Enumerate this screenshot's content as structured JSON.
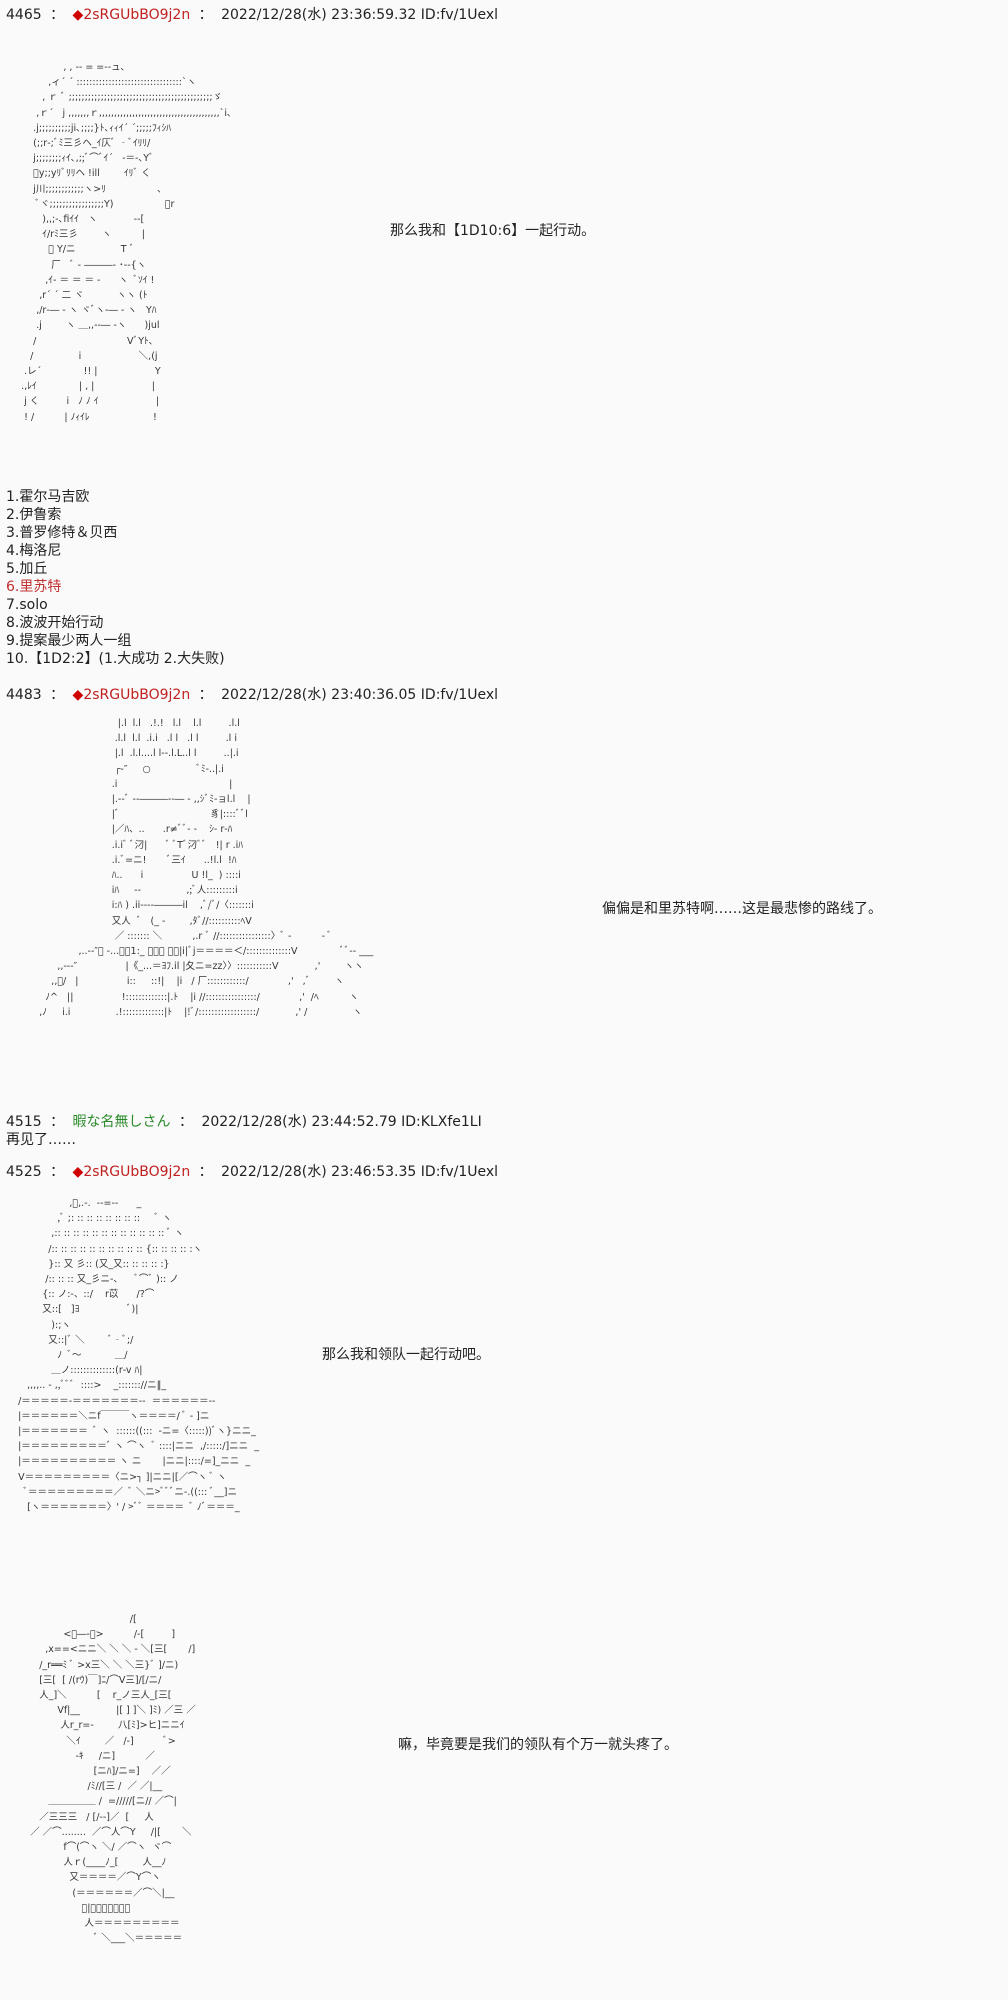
{
  "posts": [
    {
      "number": "4465",
      "separator": "：",
      "trip_mark": "◆",
      "name": "2sRGUbBO9j2n",
      "datetime": "2022/12/28(水) 23:36:59.32",
      "id": "ID:fv/1Uexl",
      "speech": "那么我和【1D10:6】一起行动。",
      "aa": "                   , , -‐ = =‐-ュ､\n              ,ィ´ ´ :::::::::::::::::::::::::::::::::`ヽ\n            , ｒ ﾞ ;;;;;;;;;;;;;;;;;;;;;;;;;;;;;;;;;;;;;;;;;;;;;ゞ\n          ,ｒ´   j ,,,,,,,ｒ,,,,,,,,,,,,,,,,,,,,,,,,,,,,,,,,,,,,,,,,`i､\n         .j;;;;;;;;;;ji､;;;;}ﾄ､ｨｨｲ´ ´;;;;;ﾌｨｼﾊ\n         (;;r‐;ﾞﾐ三彡ヘ_ｲ仄ﾞ ‐ﾞｲﾘﾘ/\n         j;;;;;;;;ｨｲ､,;;ﾞ⌒ﾞｲ´   ‐＝‐､Yﾞ\n         ﾞy;;yﾘﾞﾘﾘヘ !ill        ｲﾘﾞ く\n         j川;;;;;;;;;;;;ヽ>ﾘ                 ､\n          ﾞヾ;;;;;;;;;;;;;;;;;Y)                 ﾞr\n            ),,;‐､fiｲｲ   ヽ            ‐‐[\n            ｲ/rﾐ三彡        ヽ          |\n              ﾞ Y/ニ               T ﾞ\n               厂   ﾞ ‐ ―――‐ ･‐-{ヽ\n             ,ｲ‐ ＝ ＝ ＝ ‐      ヽ  ﾞｿｲ !\n           ,r´ ´ 二 ヾ           ヽヽ (ﾄ\n          ,/r‐― ‐ ヽ ヾﾞヽ‐― ‐ ヽ   Yﾊ\n          .j        ヽ ＿,,‐‐― ‐ヽ      )jul\n         /                              VﾞYﾄ､\n        /               i                   ＼,(j\n      .レ´              !! |                   Y\n     .,ﾚｲ              | , |                   |\n      j く         i   ﾉ ﾉ ｲ                   |\n      ! /          | ﾉｨｲﾚ                     !"
    },
    {
      "number": "4483",
      "separator": "：",
      "trip_mark": "◆",
      "name": "2sRGUbBO9j2n",
      "datetime": "2022/12/28(水) 23:40:36.05",
      "id": "ID:fv/1Uexl",
      "speech": "偏偏是和里苏特啊……这是最悲惨的路线了。",
      "aa": "                                     |.l  l.l   .!.!   l.l    l.l         .l.l\n                                    .l.l  l.l  .i.i   .l l   .l l         .l i\n                                    |.l  .l.l....l l‐‐.l.L..l l         ..|.i\n                                    ┌‐″     ○               ﾞﾐ‐..|.i\n                                   .i                                     |\n                                   |.‐‐ﾞ ‐‐―――‐‐― ‐ ,,ｼﾞﾐ‐ョl.l    |\n                                   |ﾞ                              豸|::::ﾞﾞl\n                                   |／ﾊ、..      .r≠ﾞﾞ‐ ‐    ｼ‐ r‐ﾊ\n                                   .i.iﾞ ﾞ汈|      ﾞ ﾞTﾞ汈ﾞﾞ   !| r .iﾊ\n                                   .i.ﾞ=ニ!       ﾞ三ｲ      ..!l.l  !ﾊ\n                                   ﾊ..      i                U !l_  ) ::::i\n                                   iﾊ     ‐‐               ,;ﾞ人:::::::::i\n                                   i:ﾊ ) .ii‐‐‐‐―――il    ,ﾞ/ﾞ/〈:::::::i\n                                   又人  ﾞ   (_ ‐        ,ﾀﾞ//::::::::::ﾍV\n                                    ／ ::::::: ＼          ,.r ﾞ //::::::::::::::::〉ﾞ ‐          ‐ ﾞ\n                        ,..‐‐″ﾞ ‐...ﾞﾞ1:_ ＝＝＝ ﾞﾞ|i|ﾞj＝＝＝＝＜/::::::::::::::V              ﾞﾞ‐‐ ___\n                 ,,‐‐‐″                |《_...＝ﾖﾌ.il |夂ニ=zz〉〉:::::::::::V            ,'        ヽヽ\n               ,,ﾞ/   |                i::     ::!|    |i   / 厂::::::::::::/             ,'   ,ﾞ        ヽ\n             ﾉ^   ||                !:::::::::::::|.ﾄ    |i //::::::::::::::::/             ,'  /ﾍ          ヽ\n           ,ﾉ     i.i               .!:::::::::::::|ﾄ    |!ﾞ/::::::::::::::::::/            ,' /               ヽ"
    },
    {
      "number": "4515",
      "separator": "：",
      "name": "暇な名無しさん",
      "datetime": "2022/12/28(水) 23:44:52.79",
      "id": "ID:KLXfe1LI",
      "body": "再见了……"
    },
    {
      "number": "4525",
      "separator": "：",
      "trip_mark": "◆",
      "name": "2sRGUbBO9j2n",
      "datetime": "2022/12/28(水) 23:46:53.35",
      "id": "ID:fv/1Uexl",
      "speech_1": "那么我和领队一起行动吧。",
      "speech_2": "嘛，毕竟要是我们的领队有个万一就头疼了。",
      "aa_1": "                     ,ﾞ,.-.  -‐=‐-      _\n                 ,ﾞ ;: :: :: :: :: :: :: ::     ﾞ ヽ\n               ,:: :: :: :: :: :: :: :: :: :: :: :: ﾞ ヽ\n              /:: :: :: :: :: :: :: :: :: :: {:: :: :: :: :ヽ\n              }:: 又 彡:: (又_又:: :: :: :: :}\n             /:: :: :: 又_彡ニ‐、    ﾞ⌒ﾞ ):: ノ\n            {:: ノ:‐、::/    r苡      /?⌒\n            又::[   ]ﾖ                ﾞ)|\n               ):;ヽ\n              又::|ﾞ ＼        ﾞ‐ﾞ;/\n                 ﾉ  ﾞ～           ＿/\n               ＿ノ::::::::::::::(r‐v ﾊ|\n       ,,,,.. ‐ ,,ﾞﾞﾞ  ::::>    _::::::://ニ‖_\n    /＝＝＝＝＝‐＝＝＝＝＝＝＝‐‐  ＝＝＝＝＝＝‐‐\n    |＝＝＝＝＝＝＼ニf￣￣￣ヽ＝＝＝＝/ ﾞ ‐ ]ニ\n    |＝＝＝＝＝＝＝  ﾞ ヽ  ::::::((:::  ‐ニ=〈:::::))ﾞヽ}ニニ_\n    |＝＝＝＝＝＝＝＝＝ﾞ ヽ ⌒ヽ  ﾞ ::::|ニニ  ,/:::::/]ニニ  _\n    |＝＝＝＝＝＝＝＝＝＝ ヽ ニ       |ニニ|::::/=]_ニニ  _\n    V＝＝＝＝＝＝＝＝＝〈ニ>┐ ]|ニニ|[／⌒ヽ ﾞ ヽ\n      ﾞ＝＝＝＝＝＝＝＝＝／  ﾞ ＼ニ>ﾞﾞﾞニ‐.((::: ﾞ__]ニ\n       [ヽ＝＝＝＝＝＝＝〉' / >ﾞﾞ ＝＝＝＝  ﾞ ﾉﾞ＝＝＝_",
      "aa_2": "                                         /[\n                   <ﾞ―‐ﾞ>          /‐[         ]\n             ,x==<ニニ＼ ＼ ＼ ‐ ＼[三[       /]\n           /_r══ﾐ ﾞ >x三＼ ＼ ＼三}ﾞ ]/ニ)\n           [三[  [ /(rｳ)￣]ﾆ/⌒V三]/[/ニ/\n           人_]＼          [    r_ノ三人_[三[\n                 Vf|__            |[ ] ]＼ ]ﾐ) ／三 ／\n                  人r_r=‐        八[ﾐ]>ヒ]ニニｲ\n                    ＼ｲ        ／   /‐]          ﾞ>\n                       ‐ｷ     /ニ]          ／\n                             [ニﾊ]/ニ=]    ／／\n                           /ﾐ//[三 /  ／ ／|__\n              ＿＿＿＿＿ /  =/////[ニ// ／⌒|\n           ／三三三   / [/‐‐]／  [     人\n        ／ ／⌒........  ／⌒人⌒Y     /|[       ＼\n                   f⌒(⌒ヽ ＼/ ／⌒ヽ  ヾ⌒\n                   人ｒ(____ﾉ_[        人__ﾉ\n                     又＝＝＝＝／⌒Y⌒ヽ\n                      (＝＝＝＝＝＝／⌒＼|__\n                         ﾞ|＝＝＝＝／⌒＼\n                          人＝＝＝＝＝＝＝＝＝\n                             ﾞ ＼___＼＝＝＝＝＝"
    }
  ],
  "choices": [
    {
      "label": "1.霍尔马吉欧",
      "highlighted": false
    },
    {
      "label": "2.伊鲁索",
      "highlighted": false
    },
    {
      "label": "3.普罗修特＆贝西",
      "highlighted": false
    },
    {
      "label": "4.梅洛尼",
      "highlighted": false
    },
    {
      "label": "5.加丘",
      "highlighted": false
    },
    {
      "label": "6.里苏特",
      "highlighted": true
    },
    {
      "label": "7.solo",
      "highlighted": false
    },
    {
      "label": "8.波波开始行动",
      "highlighted": false
    },
    {
      "label": "9.提案最少两人一组",
      "highlighted": false
    },
    {
      "label": "10.【1D2:2】(1.大成功  2.大失败)",
      "highlighted": false
    }
  ],
  "colors": {
    "background": "#fafafa",
    "trip_name": "#c02020",
    "anon_name": "#2a8a2a",
    "highlight": "#c03030"
  }
}
